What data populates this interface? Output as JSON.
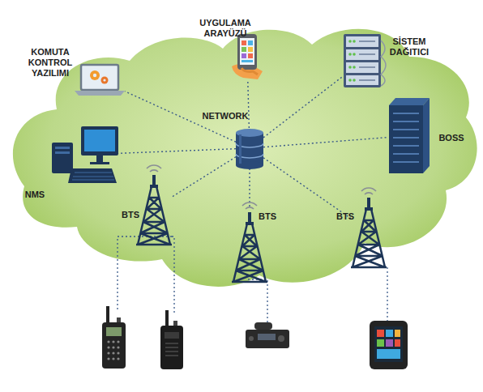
{
  "diagram": {
    "nodes": [
      {
        "text": [
          "UYGULAMA ARAYÜZÜ"
        ]
      },
      {
        "text": [
          "KOMUTA KONTROL YAZILIMI"
        ]
      },
      {
        "text": [
          "SİSTEM DAĞITICI"
        ]
      },
      {
        "text": [
          "NETWORK"
        ]
      },
      {
        "text": [
          "NMS"
        ]
      },
      {
        "text": [
          "BOSS"
        ]
      },
      {
        "text": [
          "BTS"
        ]
      },
      {
        "text": [
          "BTS"
        ]
      },
      {
        "text": [
          "BTS"
        ]
      }
    ],
    "edges": [
      {
        "from": 3,
        "to": 0,
        "arrow": "none"
      },
      {
        "from": 3,
        "to": 1,
        "arrow": "none"
      },
      {
        "from": 3,
        "to": 2,
        "arrow": "none"
      },
      {
        "from": 3,
        "to": 4,
        "arrow": "none"
      },
      {
        "from": 3,
        "to": 5,
        "arrow": "none"
      },
      {
        "from": 3,
        "to": 6,
        "arrow": "none"
      },
      {
        "from": 3,
        "to": 7,
        "arrow": "none"
      },
      {
        "from": 3,
        "to": 8,
        "arrow": "none"
      }
    ]
  }
}
